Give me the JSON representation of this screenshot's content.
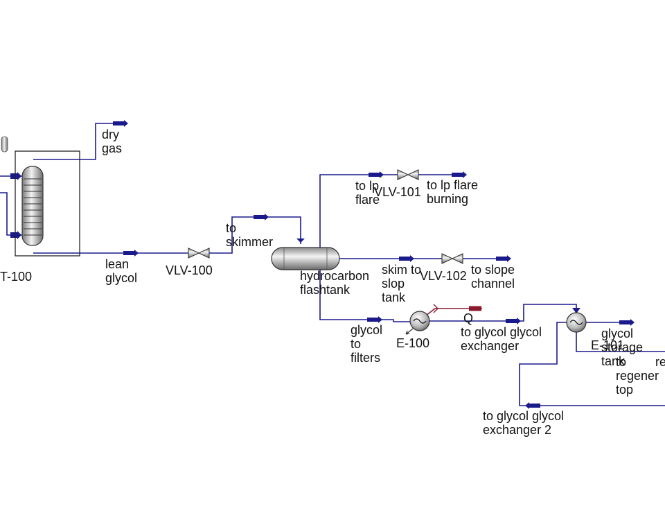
{
  "colors": {
    "material_stream": "#1a1a8c",
    "energy_stream": "#8b1a2e",
    "background": "#ffffff",
    "label_text": "#111111"
  },
  "units": {
    "absorber": "T-100",
    "valve_1": "VLV-100",
    "valve_2": "VLV-101",
    "valve_3": "VLV-102",
    "flash_tank": "hydrocarbon\nflashtank",
    "exchanger_1": "E-100",
    "exchanger_2": "E-101"
  },
  "streams": {
    "dry_gas": "dry\ngas",
    "lean_glycol": "lean\nglycol",
    "to_skimmer": "to\nskimmer",
    "to_lp_flare": "to lp\nflare",
    "to_lp_flare_burning": "to lp flare\nburning",
    "skim_to_slop_tank": "skim to\nslop\ntank",
    "to_slope_channel": "to slope\nchannel",
    "glycol_to_filters": "glycol\nto\nfilters",
    "energy_q": "Q",
    "to_glycol_glycol_exchanger": "to glycol glycol\nexchanger",
    "glycol_storage_tank": "glycol\nstorage\ntank",
    "to_regenerator_top": "to\nregener\ntop",
    "cut_off_label": "re",
    "to_glycol_glycol_exchanger_2": "to glycol glycol\nexchanger 2"
  },
  "icons": {
    "absorber": "tray-column-icon",
    "valve": "bowtie-valve-icon",
    "flash_tank": "horizontal-vessel-icon",
    "exchanger": "heat-exchanger-icon",
    "arrow": "stream-arrow-icon"
  }
}
